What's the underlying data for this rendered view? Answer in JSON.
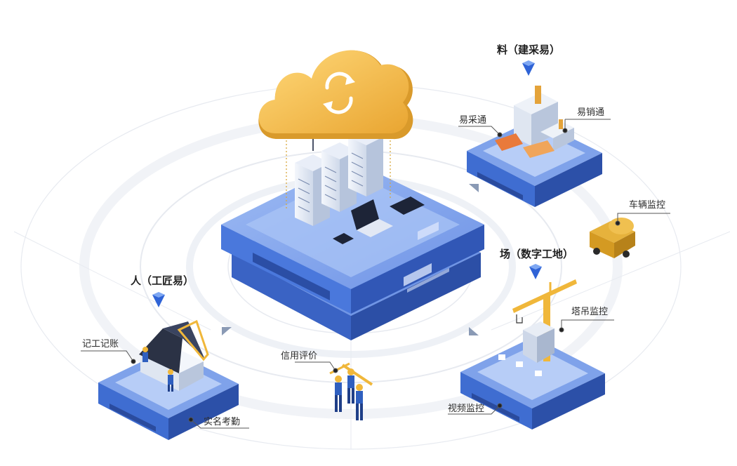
{
  "nodes": {
    "materials": {
      "title": "料（建采易）",
      "labels": {
        "purchase": "易采通",
        "sales": "易销通"
      }
    },
    "site": {
      "title": "场（数字工地）",
      "labels": {
        "vehicle": "车辆监控",
        "crane": "塔吊监控",
        "video": "视频监控"
      }
    },
    "people": {
      "title": "人（工匠易）",
      "labels": {
        "worklog": "记工记账",
        "attendance": "实名考勤"
      }
    },
    "credit": {
      "label": "信用评价"
    }
  },
  "colors": {
    "platform_blue": "#3f6fd8",
    "platform_dark": "#2a4fa8",
    "platform_light": "#8fb1f0",
    "cloud_gold": "#f3bf4f",
    "marker": "#2f63d6",
    "ring": "#e6e9ef"
  },
  "icons": [
    "cloud-sync-icon",
    "server-rack-icon",
    "laptop-icon",
    "tablet-icon",
    "factory-icon",
    "mixer-truck-icon",
    "tower-crane-icon",
    "house-icon",
    "worker-icon",
    "diamond-marker-icon"
  ]
}
